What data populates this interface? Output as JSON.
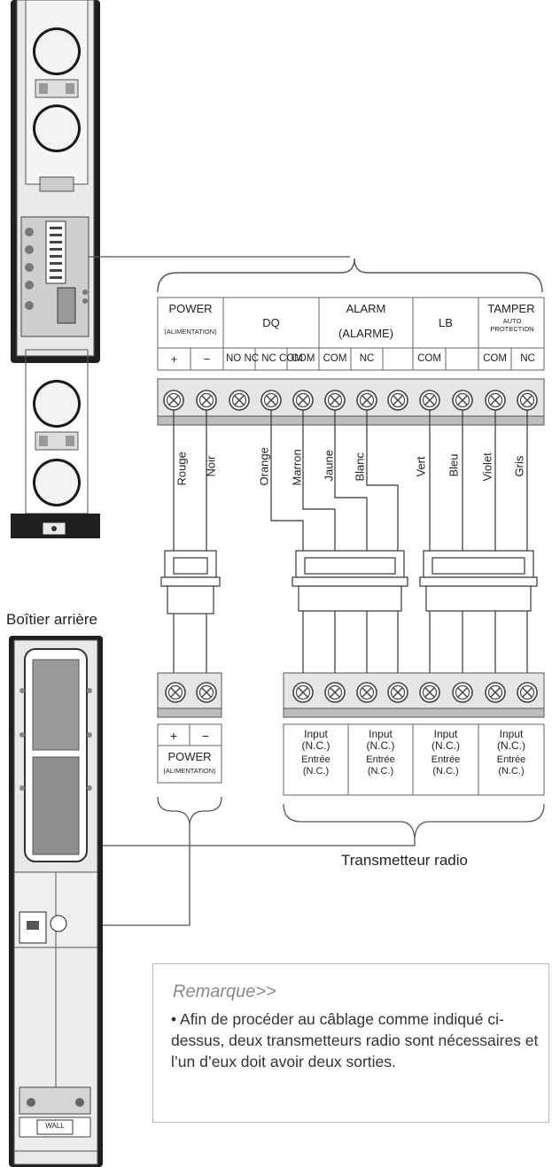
{
  "labels": {
    "back_case": "Boîtier arrière",
    "radio_transmitter": "Transmetteur radio"
  },
  "terminal_header": {
    "groups": [
      {
        "title": "POWER",
        "subtitle": "(ALIMENTATION)"
      },
      {
        "title": "DQ",
        "subtitle": ""
      },
      {
        "title": "ALARM",
        "subtitle": "(ALARME)"
      },
      {
        "title": "LB",
        "subtitle": ""
      },
      {
        "title": "TAMPER",
        "subtitle": "AUTO PROTECTION"
      }
    ],
    "terminals": [
      "+",
      "−",
      "NO",
      "NC",
      "COM",
      "COM",
      "NC",
      "",
      "COM",
      "",
      "COM",
      "NC"
    ],
    "dq_overlap_text": "NO NC NC COM"
  },
  "wires": [
    "Rouge",
    "Noir",
    "Orange",
    "Marron",
    "Jaune",
    "Blanc",
    "Vert",
    "Bleu",
    "Violet",
    "Gris"
  ],
  "power_block": {
    "plus": "+",
    "minus": "−",
    "title": "POWER",
    "subtitle": "(ALIMENTATION)"
  },
  "transmitter_inputs": [
    {
      "label": "Input",
      "sub": "(N.C.)",
      "fr": "Entrée",
      "fr_sub": "(N.C.)"
    },
    {
      "label": "Input",
      "sub": "(N.C.)",
      "fr": "Entrée",
      "fr_sub": "(N.C.)"
    },
    {
      "label": "Input",
      "sub": "(N.C.)",
      "fr": "Entrée",
      "fr_sub": "(N.C.)"
    },
    {
      "label": "Input",
      "sub": "(N.C.)",
      "fr": "Entrée",
      "fr_sub": "(N.C.)"
    }
  ],
  "wall_label": "WALL",
  "note": {
    "title": "Remarque>>",
    "text": "• Afin de procéder au câblage comme indiqué ci-dessus, deux transmetteurs radio sont nécessaires et l’un d’eux doit avoir deux sorties."
  }
}
